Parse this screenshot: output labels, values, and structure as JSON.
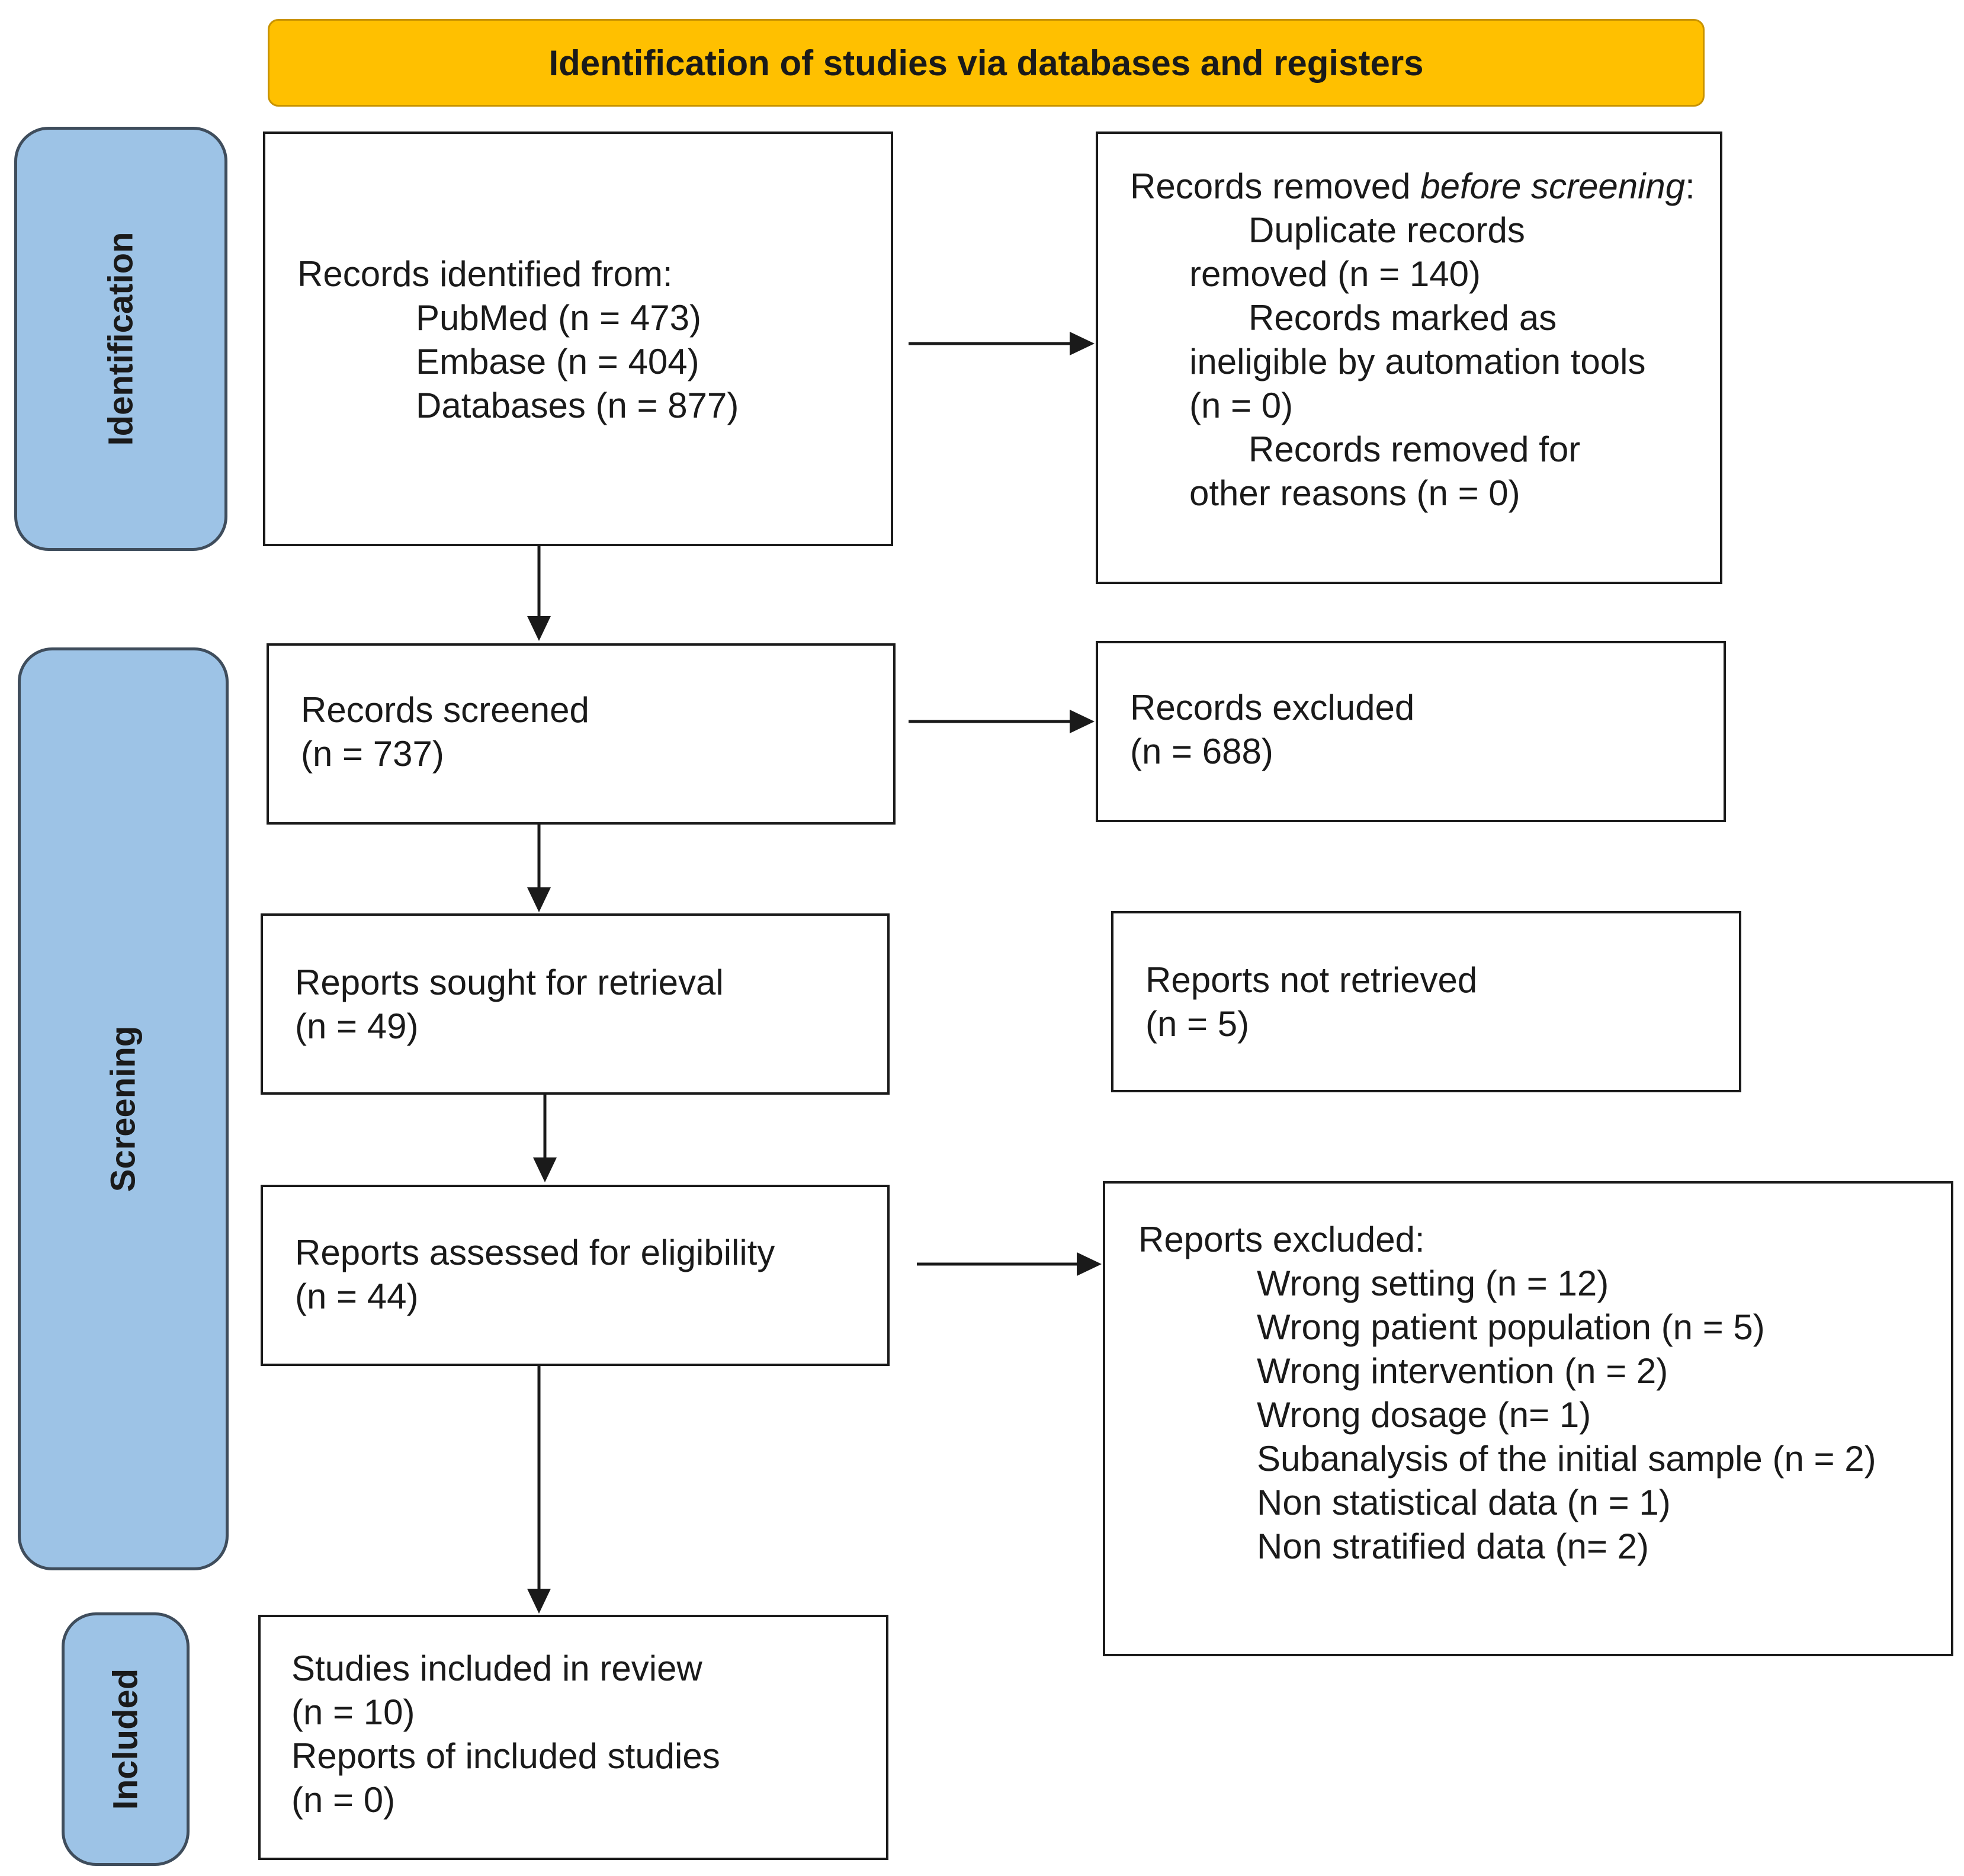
{
  "header": {
    "title": "Identification of studies via databases and registers"
  },
  "phases": {
    "identification": "Identification",
    "screening": "Screening",
    "included": "Included"
  },
  "identified": {
    "heading": "Records identified from:",
    "pubmed": "PubMed (n = 473)",
    "embase": "Embase (n = 404)",
    "databases": "Databases (n = 877)"
  },
  "removed": {
    "heading_prefix": "Records removed ",
    "heading_italic": "before screening",
    "heading_suffix": ":",
    "duplicate_a": "Duplicate records",
    "duplicate_b": "removed  (n = 140)",
    "automation_a": "Records marked as",
    "automation_b": "ineligible by automation tools",
    "automation_c": "(n = 0)",
    "other_a": "Records removed for",
    "other_b": "other reasons (n = 0)"
  },
  "screened": {
    "label": "Records screened",
    "count": "(n = 737)"
  },
  "excluded": {
    "label": "Records excluded",
    "count": "(n = 688)"
  },
  "sought": {
    "label": "Reports sought for retrieval",
    "count": "(n = 49)"
  },
  "not_retrieved": {
    "label": "Reports not retrieved",
    "count": "(n = 5)"
  },
  "assessed": {
    "label": "Reports assessed for eligibility",
    "count": "(n = 44)"
  },
  "reports_excluded": {
    "heading": "Reports excluded:",
    "reasons": [
      "Wrong setting (n = 12)",
      "Wrong patient population (n = 5)",
      "Wrong intervention (n = 2)",
      "Wrong dosage (n= 1)",
      "Subanalysis of the initial sample (n = 2)",
      "Non statistical data (n = 1)",
      "Non stratified data (n= 2)"
    ]
  },
  "included": {
    "studies_label": "Studies included in review",
    "studies_count": "(n = 10)",
    "reports_label": "Reports of included studies",
    "reports_count": "(n = 0)"
  }
}
